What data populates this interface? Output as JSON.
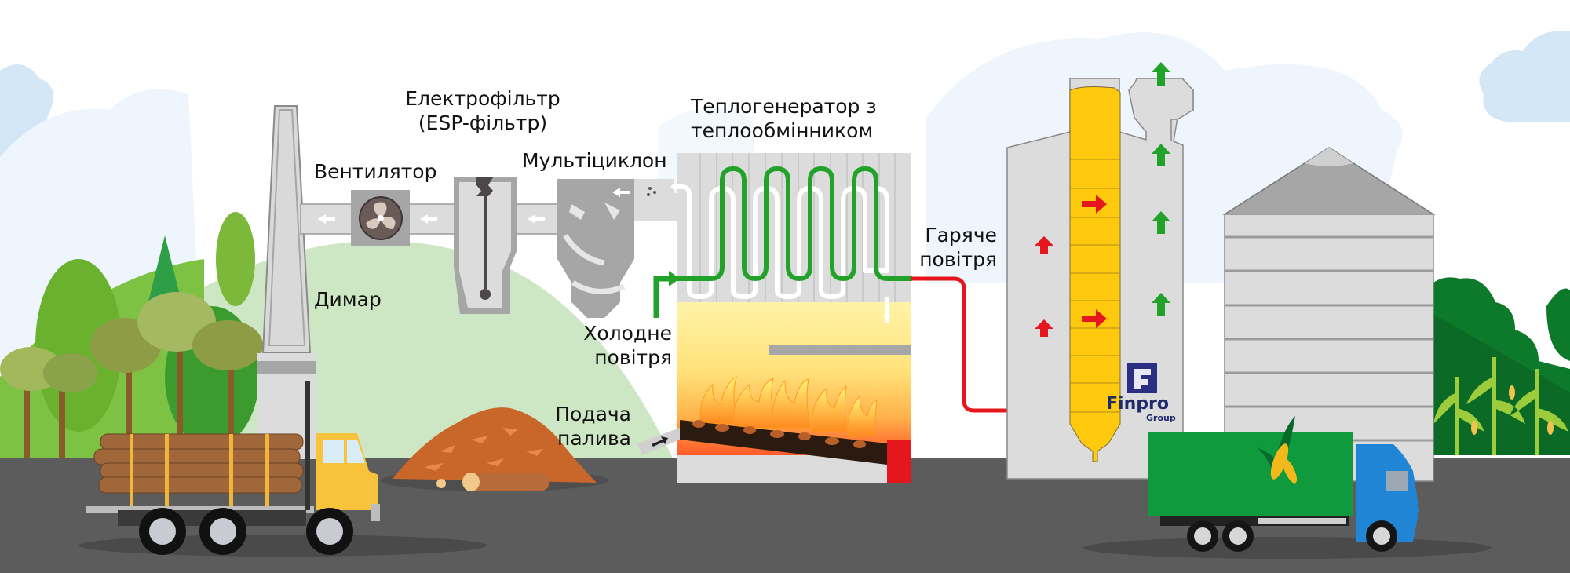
{
  "diagram": {
    "title": "Biomass heat generator grain drying process",
    "labels": {
      "esp_filter": [
        "Електрофільтр",
        "(ESP-фільтр)"
      ],
      "heat_generator": [
        "Теплогенератор з",
        "теплообмінником"
      ],
      "fan": "Вентилятор",
      "multicyclone": "Мультіциклон",
      "chimney": "Димар",
      "cold_air": [
        "Холодне",
        "повітря"
      ],
      "hot_air": [
        "Гаряче",
        "повітря"
      ],
      "fuel_feed": [
        "Подача",
        "палива"
      ]
    },
    "logo": {
      "name": "Finpro",
      "sub": "Group",
      "glyph": "F"
    },
    "colors": {
      "sky_cloud": "#d3e7f6",
      "equipment_gray": "#d9d9d9",
      "equipment_dark": "#a6a6a6",
      "cold_air_green": "#22a229",
      "hot_air_red": "#e5161d",
      "grain_yellow": "#ffc90e",
      "road": "#5c5c5c",
      "truck_green": "#0f8b3a",
      "truck_blue": "#2185d5",
      "logo_blue": "#2b2e83"
    },
    "flow": [
      "fuel_feed -> heat_generator",
      "cold_air -> heat_exchanger -> hot_air -> grain_dryer",
      "flue_gas -> multicyclone -> esp_filter -> fan -> chimney"
    ]
  }
}
